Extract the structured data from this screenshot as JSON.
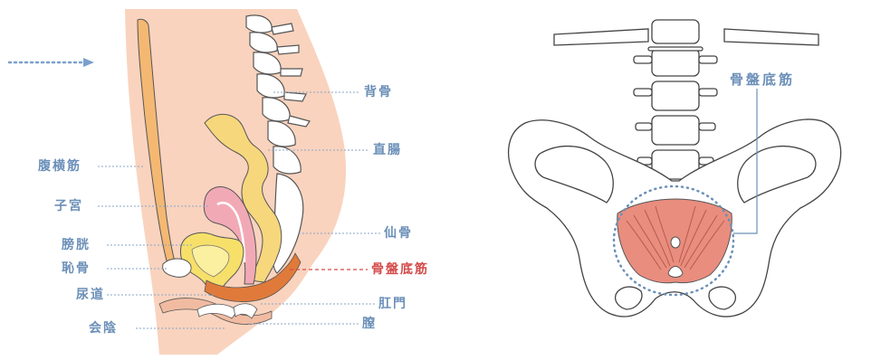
{
  "labels_left": {
    "fukuoukin": "腹横筋",
    "shikyu": "子宮",
    "boukou": "膀胱",
    "chikotsu": "恥骨",
    "nyoudou": "尿道",
    "einn": "会陰"
  },
  "labels_right": {
    "sebone": "背骨",
    "chokuchou": "直腸",
    "senkotsu": "仙骨",
    "kotsubanteikin": "骨盤底筋",
    "koumon": "肛門",
    "chitsu": "膣"
  },
  "figure2": {
    "kotsubanteikin": "骨盤底筋"
  },
  "colors": {
    "label": "#6b8fb8",
    "highlight": "#d44a4a",
    "skin": "#f9d3be",
    "muscle_belt": "#e07a3a",
    "rectum": "#f7d77b",
    "uterus": "#f2a9b6",
    "bladder": "#f7e06a",
    "pelvic_floor": "#e98d7e"
  }
}
